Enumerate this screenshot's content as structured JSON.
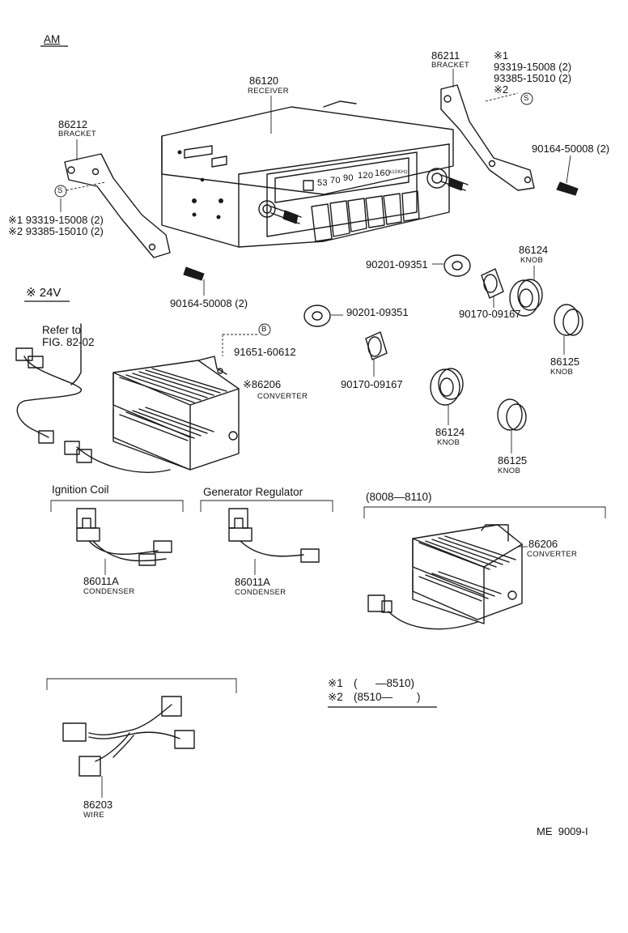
{
  "header": {
    "variant": "AM",
    "footer_code": "ME  9009-I"
  },
  "parts": {
    "receiver": {
      "number": "86120",
      "name": "RECEIVER"
    },
    "bracket_r": {
      "number": "86211",
      "name": "BRACKET"
    },
    "bracket_r_bolts": {
      "mark1": "※1",
      "bolt1": "93319-15008 (2)",
      "bolt2": "93385-15010 (2)",
      "mark2": "※2"
    },
    "screw_r": "90164-50008 (2)",
    "bracket_l": {
      "number": "86212",
      "name": "BRACKET"
    },
    "bracket_l_bolts": {
      "bolt1": "※1 93319-15008 (2)",
      "bolt2": "※2 93385-15010 (2)"
    },
    "screw_l": "90164-50008 (2)",
    "washer_a": "90201-09351",
    "washer_b": "90201-09351",
    "knob_a": {
      "number": "86124",
      "name": "KNOB"
    },
    "knob_b": {
      "number": "86125",
      "name": "KNOB"
    },
    "nut_a": "90170-09167",
    "nut_b": "90170-09167",
    "knob_c": {
      "number": "86124",
      "name": "KNOB"
    },
    "knob_d": {
      "number": "86125",
      "name": "KNOB"
    },
    "converter_24v": {
      "section": "※ 24V",
      "refer1": "Refer to",
      "refer2": "FIG. 82-02",
      "screw": "91651-60612",
      "number": "※86206",
      "name": "CONVERTER"
    },
    "condenser_ign": {
      "section": "Ignition Coil",
      "number": "86011A",
      "name": "CONDENSER"
    },
    "condenser_gen": {
      "section": "Generator Regulator",
      "number": "86011A",
      "name": "CONDENSER"
    },
    "converter_late": {
      "section": "(8008—8110)",
      "number": "86206",
      "name": "CONVERTER"
    },
    "wire": {
      "number": "86203",
      "name": "WIRE"
    }
  },
  "symbols": {
    "s_mark": "S",
    "b_mark": "B"
  },
  "dial": {
    "d1": "53",
    "d2": "70",
    "d3": "90",
    "d4": "120",
    "d5": "160",
    "d6": "x10KHz"
  },
  "legend": {
    "l1_mark": "※1",
    "l1_range": "(      —8510)",
    "l2_mark": "※2",
    "l2_range": "(8510—        )"
  }
}
